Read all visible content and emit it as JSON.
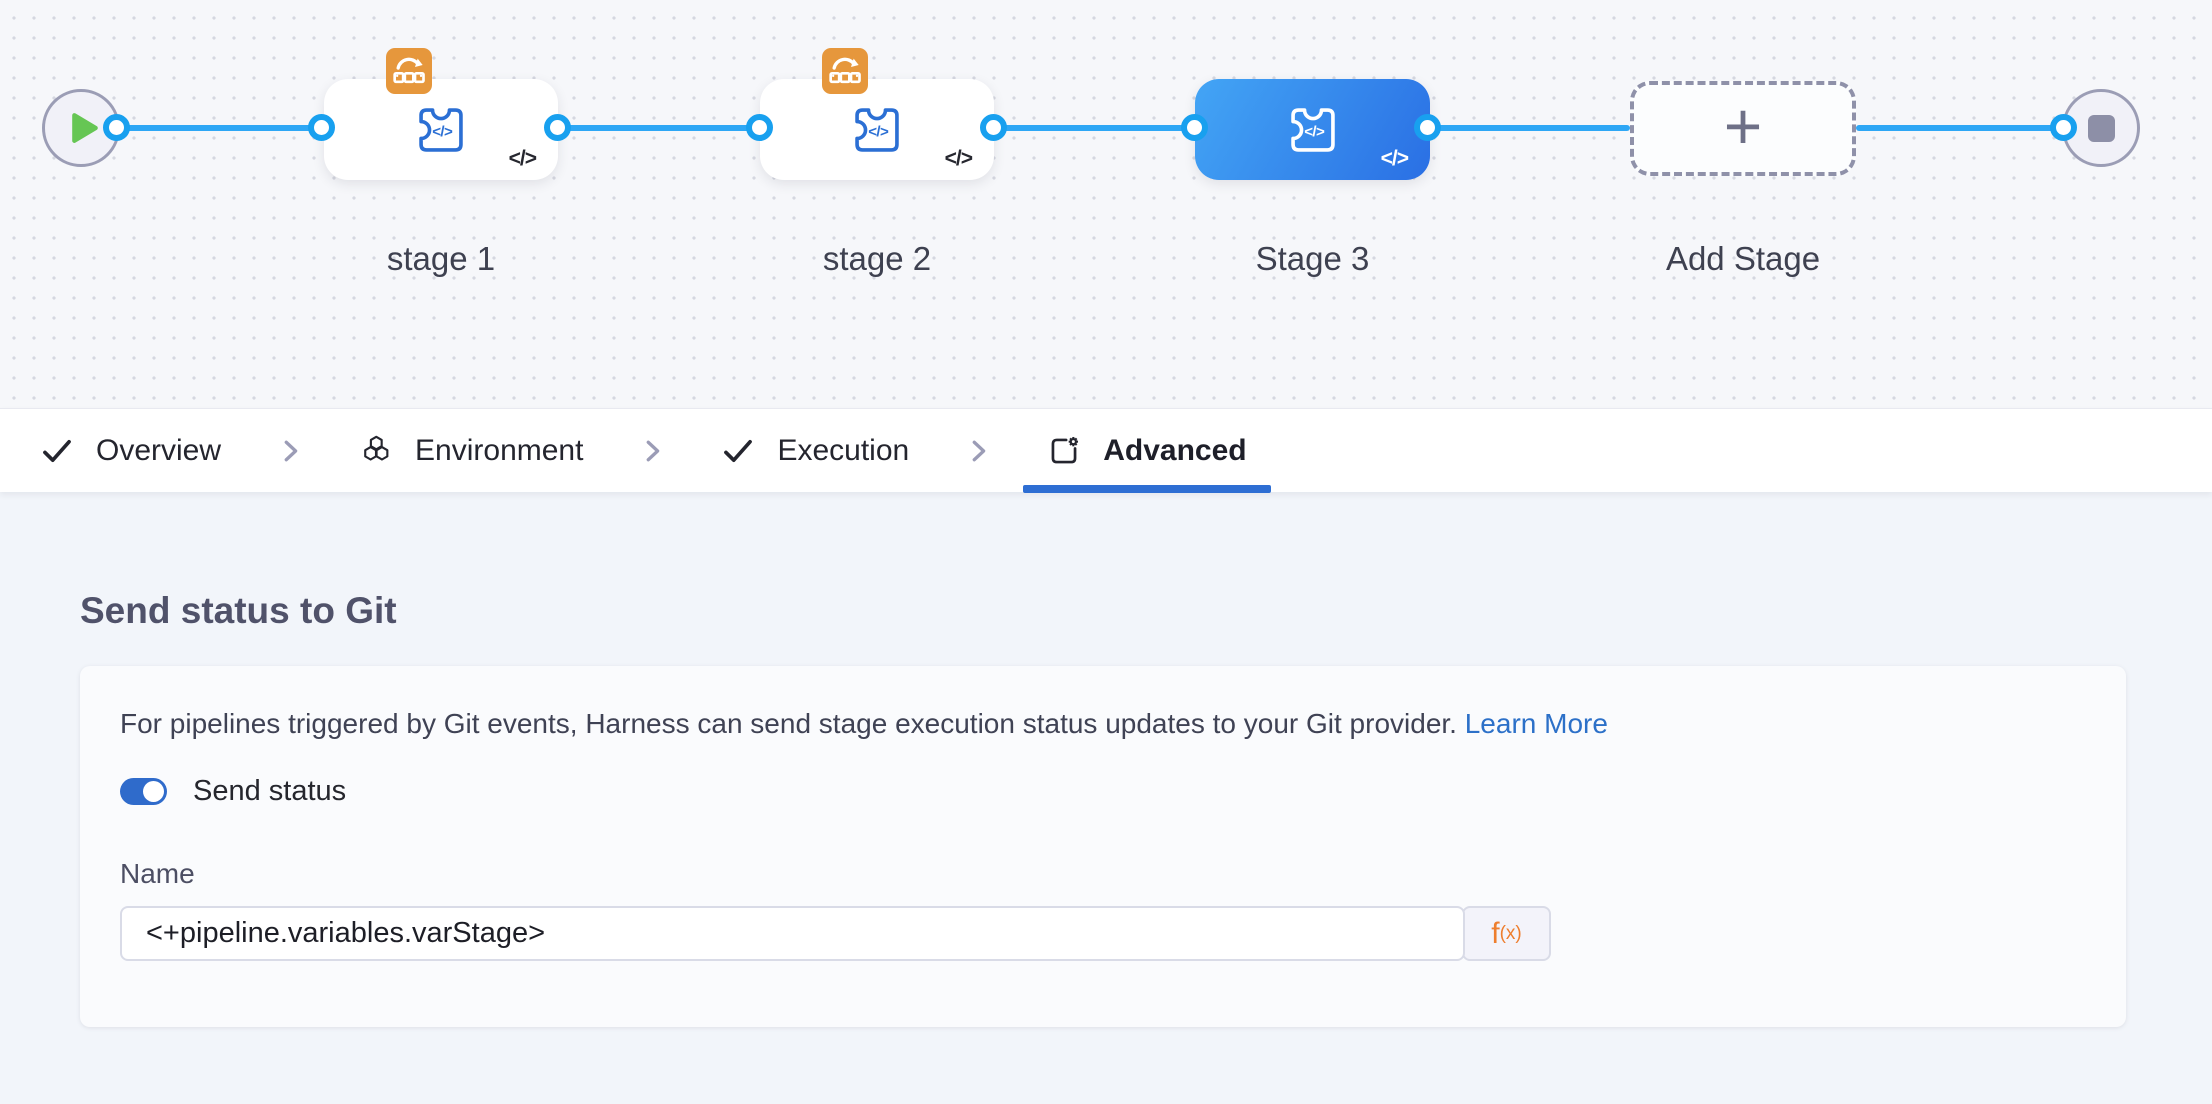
{
  "canvas": {
    "stages": [
      {
        "label": "stage 1"
      },
      {
        "label": "stage 2"
      },
      {
        "label": "Stage 3"
      }
    ],
    "add_stage_label": "Add Stage",
    "code_mark": "</>",
    "plus": "+"
  },
  "tabs": {
    "overview": "Overview",
    "environment": "Environment",
    "execution": "Execution",
    "advanced": "Advanced"
  },
  "panel": {
    "title": "Send status to Git",
    "description": "For pipelines triggered by Git events, Harness can send stage execution status updates to your Git provider.",
    "learn_more": "Learn More",
    "toggle_label": "Send status",
    "toggle_state": "on",
    "name_label": "Name",
    "name_value": "<+pipeline.variables.varStage>",
    "fx_f": "f",
    "fx_sub": "(x)"
  },
  "colors": {
    "selected_stage_gradient_start": "#43a5f5",
    "selected_stage_gradient_end": "#2a6fe4",
    "flow_line_blue": "#2ea7f5",
    "port_ring_blue": "#18a0ef",
    "stage_icon_blue": "#2b6fd4",
    "loop_badge_orange": "#e6973c",
    "play_green": "#66c654",
    "toggle_on_blue": "#2f6bcb",
    "link_blue": "#2c70c8",
    "fx_orange": "#ee7e2e",
    "active_tab_underline": "#2e6ed3"
  }
}
